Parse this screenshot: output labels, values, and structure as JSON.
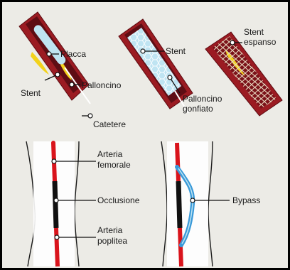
{
  "colors": {
    "background": "#ecebe6",
    "vessel_wall": "#9b1b22",
    "vessel_lumen": "#5e0d14",
    "plaque": "#f2d21c",
    "artery": "#d9141c",
    "occlusion": "#111111",
    "bypass": "#3a9ad9",
    "balloon": "#bfe4f2",
    "stent_mesh": "#e8d8c0"
  },
  "labels": {
    "placca": "Placca",
    "stent": "Stent",
    "palloncino": "Palloncino",
    "catetere": "Catetere",
    "stent_top": "Stent",
    "palloncino_gonfiato_1": "Palloncino",
    "palloncino_gonfiato_2": "gonfiato",
    "stent_espanso_1": "Stent",
    "stent_espanso_2": "espanso",
    "arteria_femorale_1": "Arteria",
    "arteria_femorale_2": "femorale",
    "occlusione": "Occlusione",
    "arteria_poplitea_1": "Arteria",
    "arteria_poplitea_2": "poplitea",
    "bypass": "Bypass"
  }
}
